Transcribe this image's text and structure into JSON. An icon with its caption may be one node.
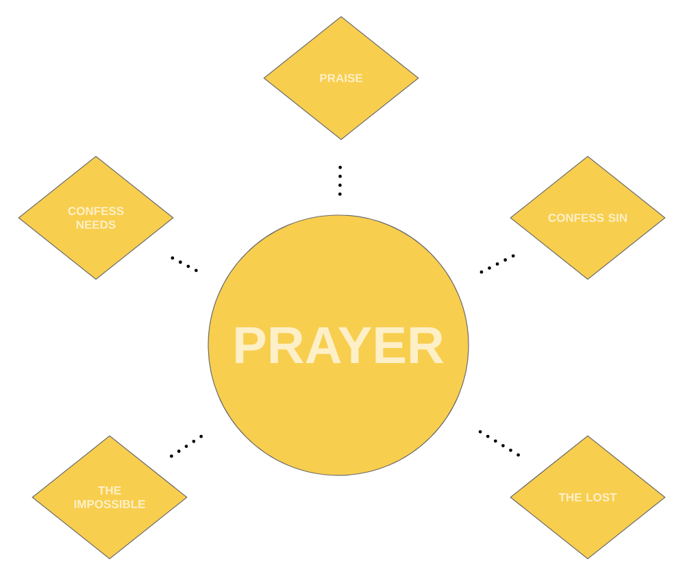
{
  "diagram": {
    "nodes": [
      {
        "text": [
          "PRAISE"
        ]
      },
      {
        "text": [
          "CONFESS NEEDS"
        ]
      },
      {
        "text": [
          "CONFESS SIN"
        ]
      },
      {
        "text": [
          "PRAYER"
        ]
      },
      {
        "text": [
          "THE IMPOSSIBLE"
        ]
      },
      {
        "text": [
          "THE LOST"
        ]
      }
    ],
    "edges": [
      {
        "from": 3,
        "to": 0,
        "arrow": "none",
        "style": "dashed"
      },
      {
        "from": 3,
        "to": 1,
        "arrow": "none",
        "style": "dashed"
      },
      {
        "from": 3,
        "to": 2,
        "arrow": "none",
        "style": "dashed"
      },
      {
        "from": 3,
        "to": 4,
        "arrow": "none",
        "style": "dashed"
      },
      {
        "from": 3,
        "to": 5,
        "arrow": "none",
        "style": "dashed"
      }
    ]
  }
}
